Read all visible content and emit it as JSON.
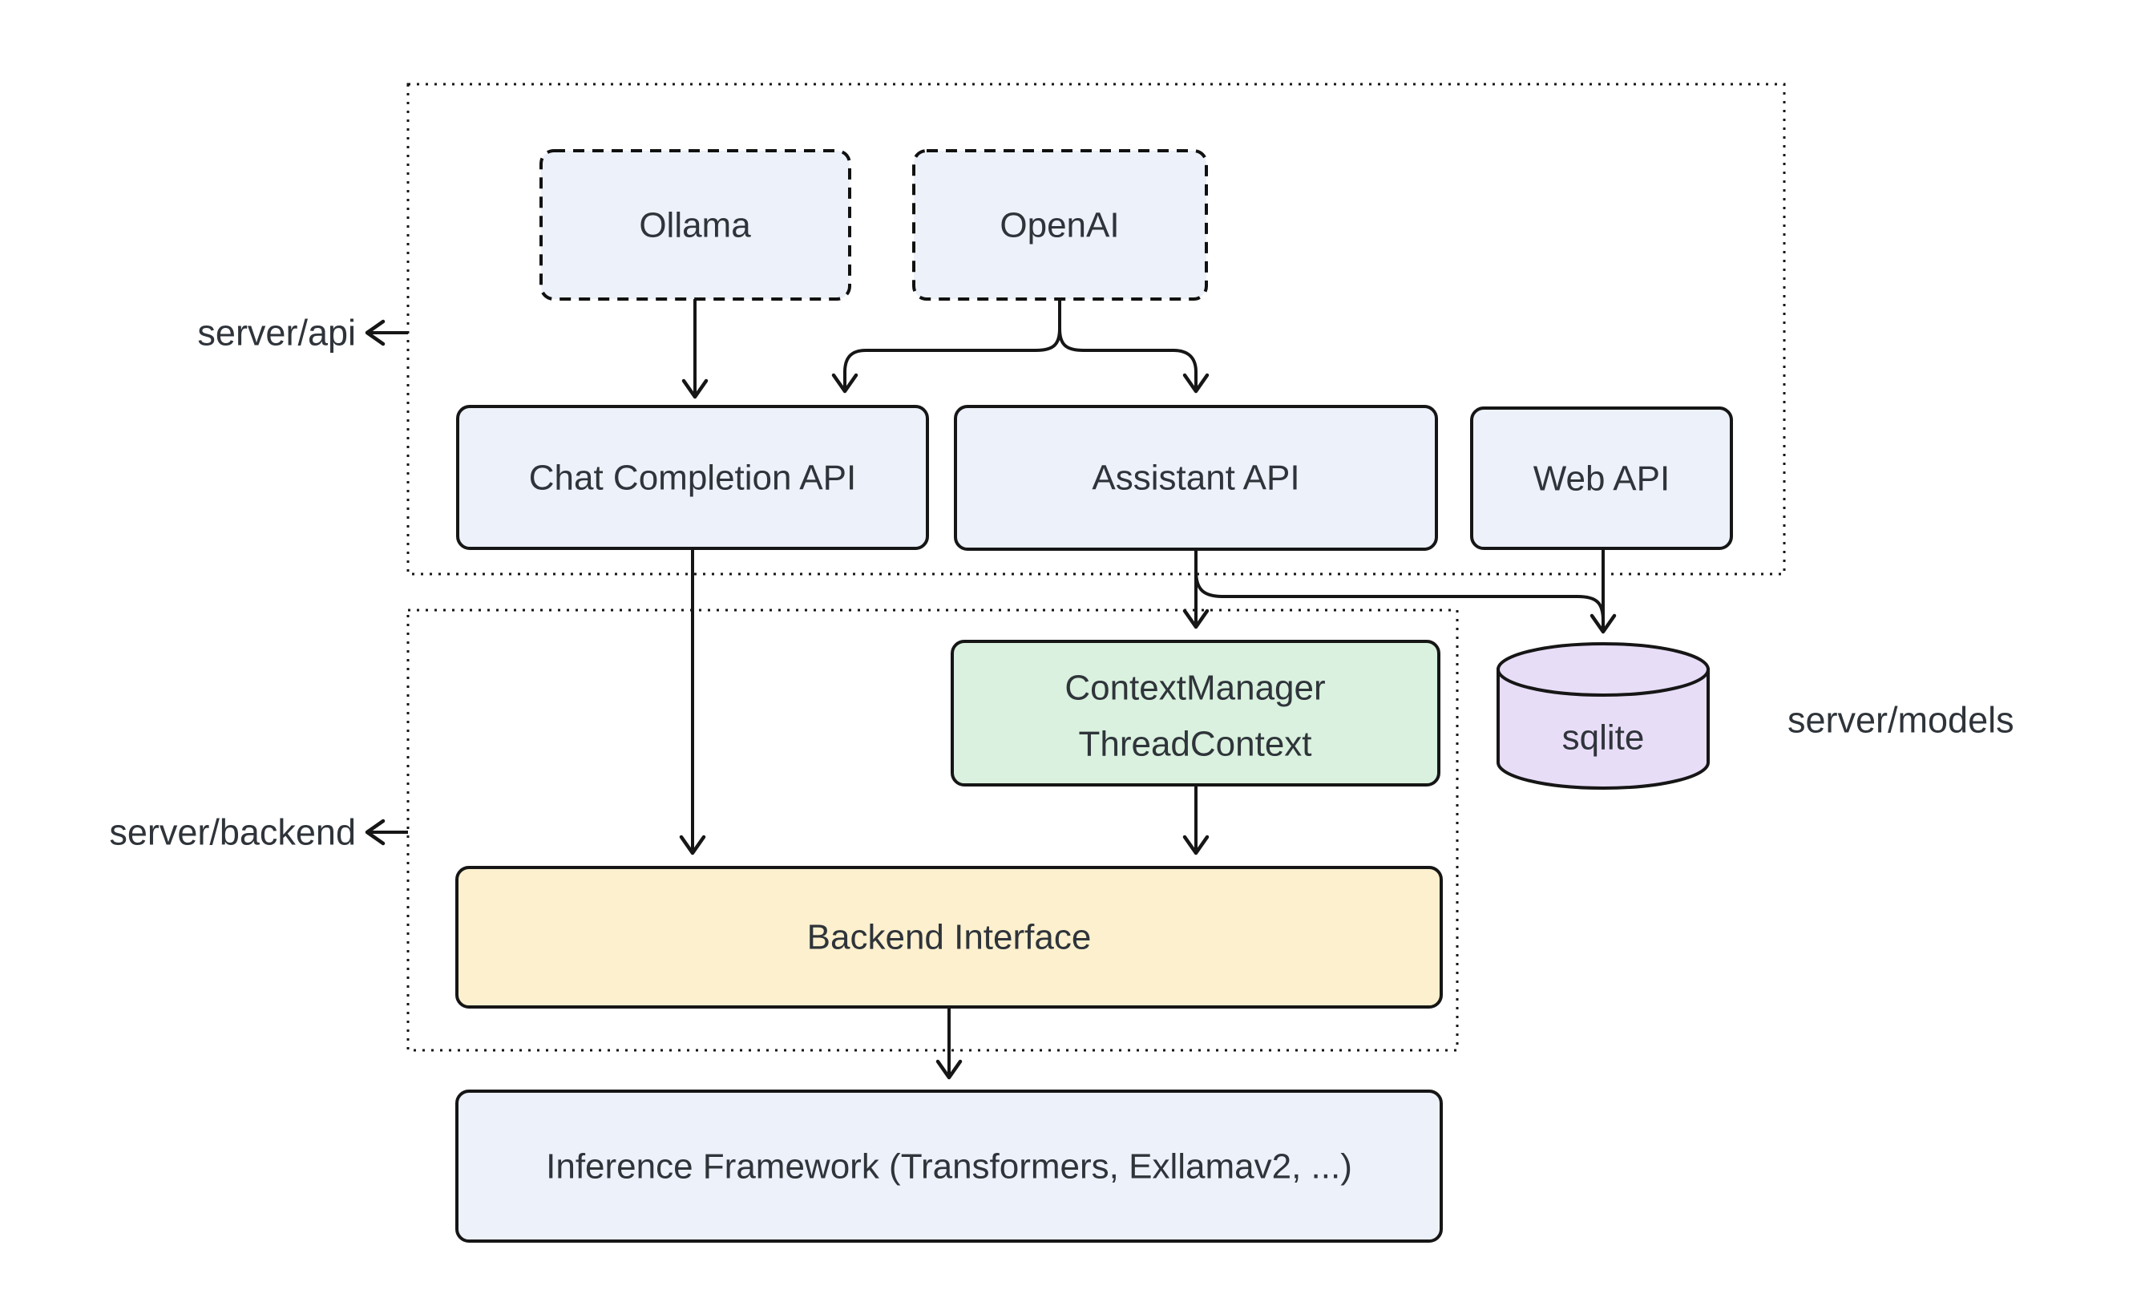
{
  "diagram": {
    "background": "#ffffff",
    "colors": {
      "stroke": "#161616",
      "text": "#2F343A",
      "node_blue": "#ECF1FA",
      "node_green": "#D9F1DE",
      "node_yellow": "#FCF0CE",
      "node_purple": "#E8DDF7"
    },
    "outer_labels": {
      "api": "server/api",
      "backend": "server/backend",
      "models": "server/models"
    },
    "nodes": {
      "ollama": {
        "label": "Ollama",
        "shape": "dashed-rect",
        "fill": "#ECF1FA"
      },
      "openai": {
        "label": "OpenAI",
        "shape": "dashed-rect",
        "fill": "#ECF1FA"
      },
      "chat_completion_api": {
        "label": "Chat Completion API",
        "shape": "rect",
        "fill": "#ECF1FA"
      },
      "assistant_api": {
        "label": "Assistant API",
        "shape": "rect",
        "fill": "#ECF1FA"
      },
      "web_api": {
        "label": "Web API",
        "shape": "rect",
        "fill": "#ECF1FA"
      },
      "context_manager": {
        "lines": [
          "ContextManager",
          "ThreadContext"
        ],
        "shape": "rect",
        "fill": "#D9F1DE"
      },
      "sqlite": {
        "label": "sqlite",
        "shape": "cylinder",
        "fill": "#E8DDF7"
      },
      "backend_interface": {
        "label": "Backend Interface",
        "shape": "rect",
        "fill": "#FCF0CE"
      },
      "inference_framework": {
        "label": "Inference Framework (Transformers, Exllamav2, ...)",
        "shape": "rect",
        "fill": "#ECF1FA"
      }
    },
    "containers": {
      "server_api": {
        "label": "server/api",
        "children": [
          "Ollama",
          "OpenAI",
          "Chat Completion API",
          "Assistant API",
          "Web API"
        ]
      },
      "server_backend": {
        "label": "server/backend",
        "children": [
          "ContextManager ThreadContext",
          "Backend Interface"
        ]
      }
    },
    "edges": [
      {
        "from": "Ollama",
        "to": "Chat Completion API"
      },
      {
        "from": "OpenAI",
        "to": "Chat Completion API"
      },
      {
        "from": "OpenAI",
        "to": "Assistant API"
      },
      {
        "from": "Chat Completion API",
        "to": "Backend Interface"
      },
      {
        "from": "Assistant API",
        "to": "ContextManager ThreadContext"
      },
      {
        "from": "Assistant API",
        "to": "sqlite"
      },
      {
        "from": "Web API",
        "to": "sqlite"
      },
      {
        "from": "ContextManager ThreadContext",
        "to": "Backend Interface"
      },
      {
        "from": "Backend Interface",
        "to": "Inference Framework (Transformers, Exllamav2, ...)"
      }
    ]
  }
}
